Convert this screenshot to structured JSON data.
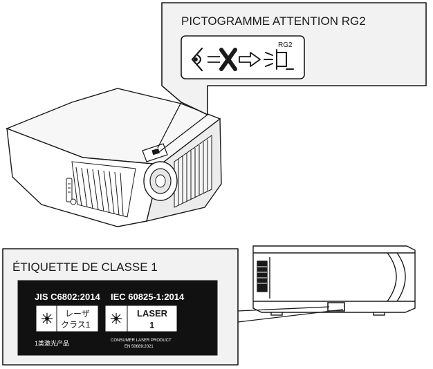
{
  "callouts": {
    "rg2": {
      "title": "PICTOGRAMME ATTENTION RG2",
      "symbol_tag": "RG2"
    },
    "class1": {
      "title": "ÉTIQUETTE DE CLASSE 1",
      "label": {
        "standard_jis": "JIS C6802:2014",
        "standard_iec": "IEC 60825-1:2014",
        "jp_class_line1": "レーザ",
        "jp_class_line2": "クラス1",
        "laser_line1": "LASER",
        "laser_line2": "1",
        "cn_product": "1类激光产品",
        "consumer_line1": "CONSUMER LASER PRODUCT",
        "consumer_line2": "EN 50689:2021"
      }
    }
  },
  "icons": {
    "eye": "eye-icon",
    "prohibited": "x-mark-icon",
    "projector_lens": "projector-light-icon",
    "laser_starburst": "laser-starburst-icon"
  },
  "colors": {
    "line": "#1a1a1a",
    "callout_fill": "#f2f2f2",
    "label_black": "#111111"
  }
}
